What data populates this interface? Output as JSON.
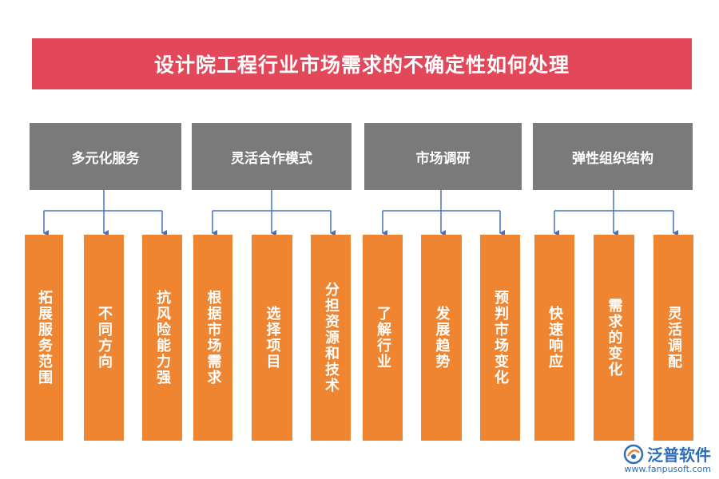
{
  "title": "设计院工程行业市场需求的不确定性如何处理",
  "categories": [
    {
      "label": "多元化服务",
      "children": [
        "拓展服务范围",
        "不同方向",
        "抗风险能力强"
      ]
    },
    {
      "label": "灵活合作模式",
      "children": [
        "根据市场需求",
        "选择项目",
        "分担资源和技术"
      ]
    },
    {
      "label": "市场调研",
      "children": [
        "了解行业",
        "发展趋势",
        "预判市场变化"
      ]
    },
    {
      "label": "弹性组织结构",
      "children": [
        "快速响应",
        "需求的变化",
        "灵活调配"
      ]
    }
  ],
  "logo": {
    "name": "泛普软件",
    "url": "www.fanpusoft.com"
  },
  "colors": {
    "title": "#e2485a",
    "category": "#7a7a7a",
    "leaf": "#ef8530",
    "connector": "#4472c4",
    "logo": "#2f6db5"
  }
}
